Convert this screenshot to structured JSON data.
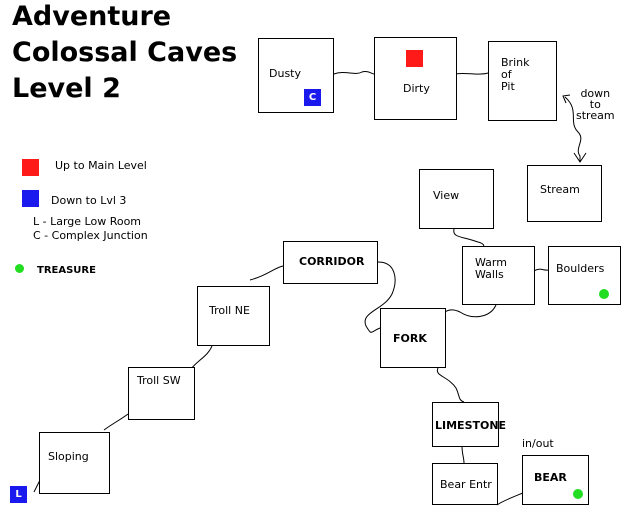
{
  "title": {
    "line1": "Adventure",
    "line2": "Colossal Caves",
    "line3": "Level 2"
  },
  "colors": {
    "up": "#ff1a1a",
    "down": "#1a1aee",
    "treasure": "#22dd22",
    "line": "#000000"
  },
  "legend": {
    "up_label": "Up to Main Level",
    "down_label": "Down to Lvl 3",
    "abbr_l": "L - Large Low Room",
    "abbr_c": "C - Complex Junction",
    "treasure_label": "TREASURE"
  },
  "rooms": {
    "dusty": "Dusty",
    "dirty": "Dirty",
    "brink": "Brink\nof\nPit",
    "view": "View",
    "stream": "Stream",
    "warm": "Warm\nWalls",
    "boulders": "Boulders",
    "corridor": "CORRIDOR",
    "troll_ne": "Troll NE",
    "troll_sw": "Troll SW",
    "fork": "FORK",
    "limestone": "LIMESTONE",
    "sloping": "Sloping",
    "bear_entr": "Bear Entr",
    "bear": "BEAR"
  },
  "markers": {
    "c": "C",
    "l": "L"
  },
  "notes": {
    "down_to_stream": "down\nto\nstream",
    "in_out": "in/out"
  }
}
